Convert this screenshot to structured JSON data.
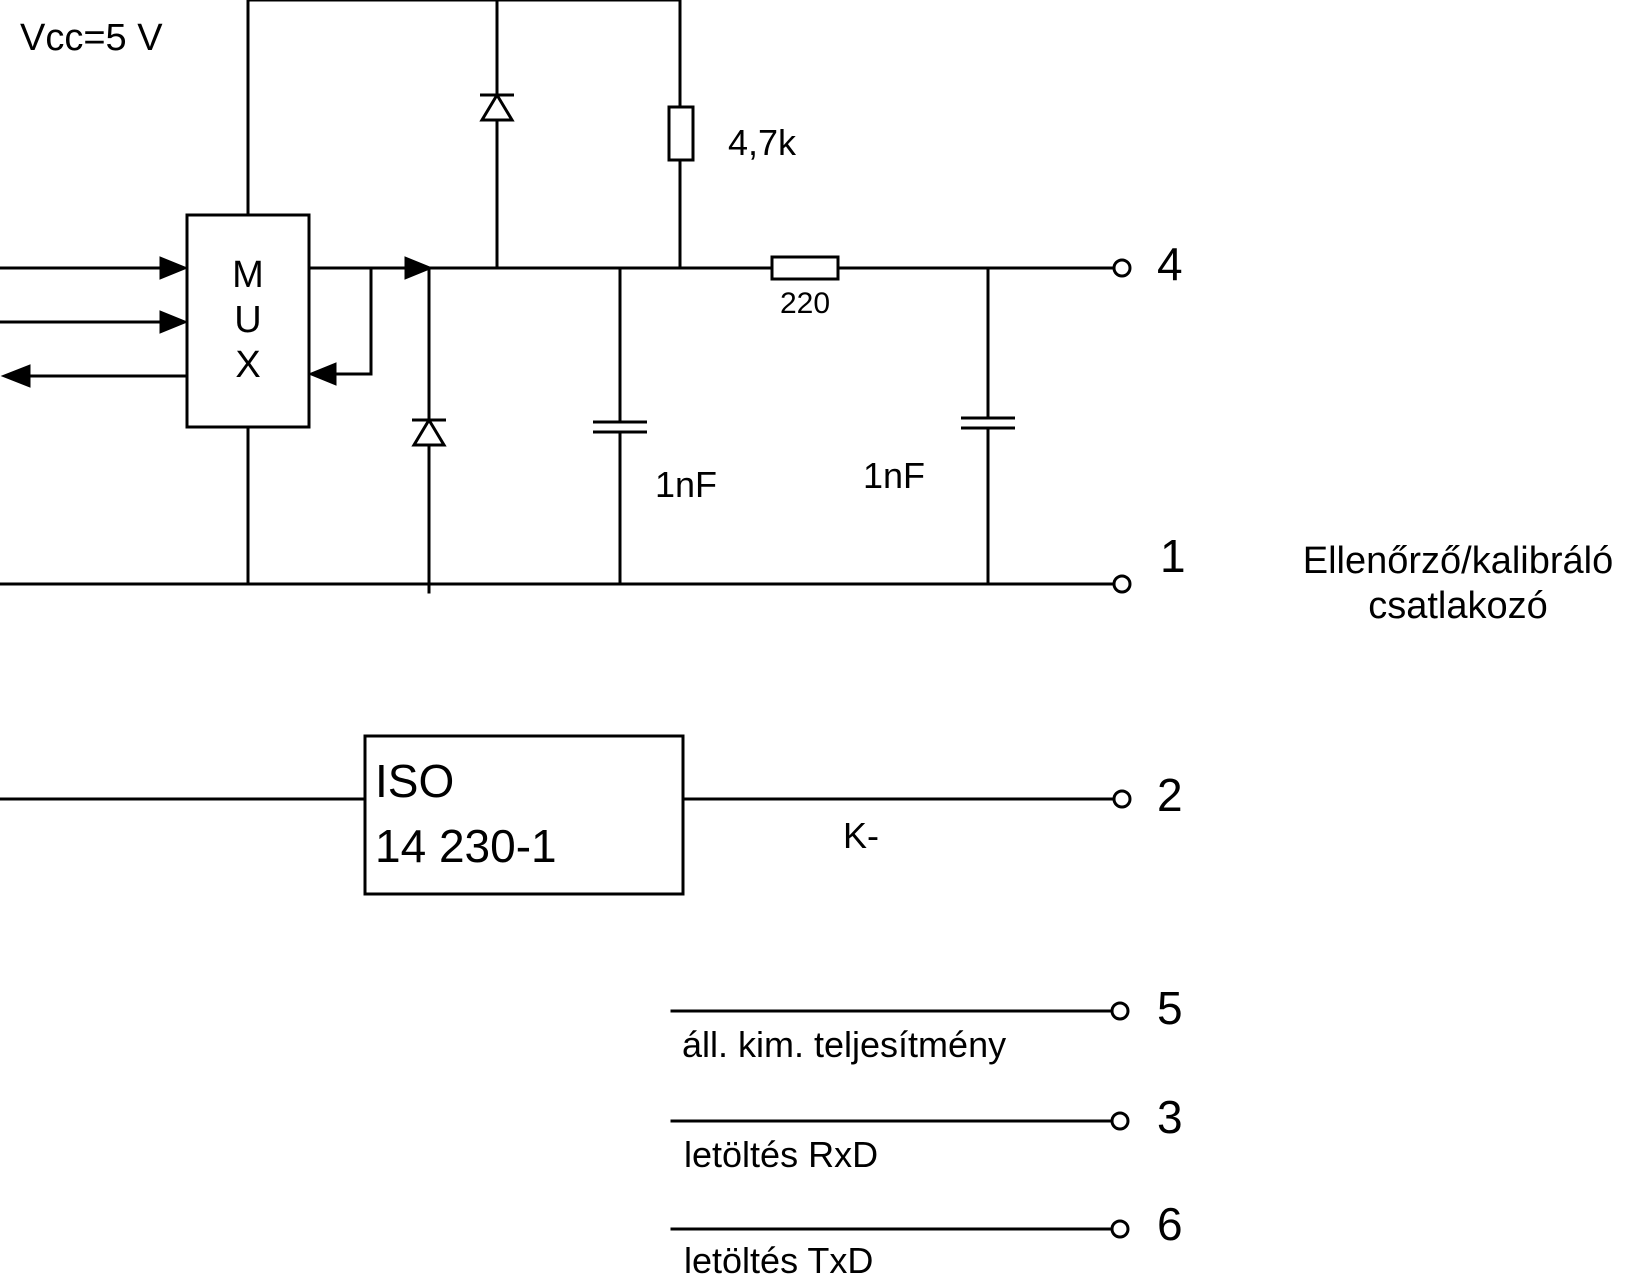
{
  "supply": {
    "label": "Vcc=5 V"
  },
  "mux": {
    "letters": [
      "M",
      "U",
      "X"
    ]
  },
  "components": {
    "pullup_resistor": "4,7k",
    "series_resistor": "220",
    "capacitor_left": "1nF",
    "capacitor_right": "1nF"
  },
  "iso_block": {
    "line1": "ISO",
    "line2": "14 230-1"
  },
  "signals": {
    "k_line": "K-"
  },
  "pins": [
    {
      "number": "4"
    },
    {
      "number": "1"
    },
    {
      "number": "2"
    },
    {
      "number": "5",
      "label": "áll. kim. teljesítmény"
    },
    {
      "number": "3",
      "label": "letöltés RxD"
    },
    {
      "number": "6",
      "label": "letöltés TxD"
    }
  ],
  "connector": {
    "line1": "Ellenőrző/kalibráló",
    "line2": "csatlakozó"
  }
}
